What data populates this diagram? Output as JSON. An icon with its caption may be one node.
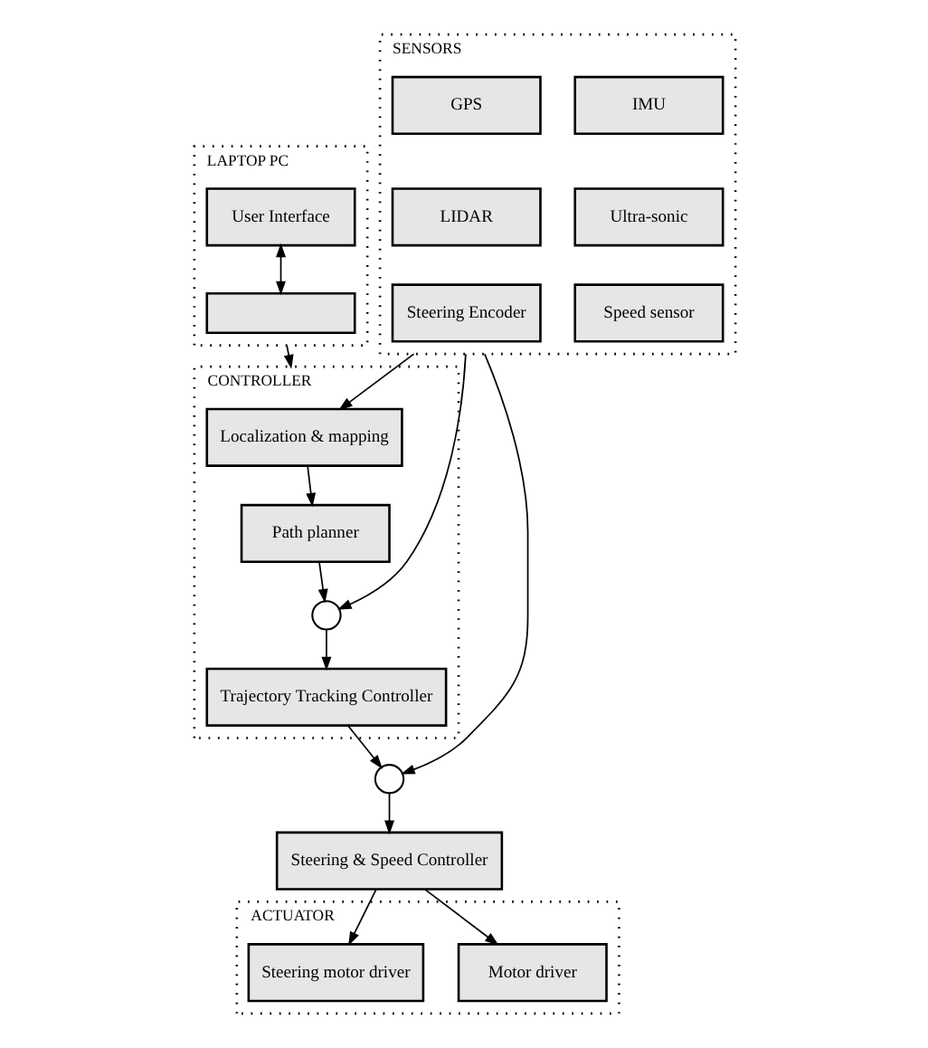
{
  "diagram": {
    "nodes": [
      {
        "text": [
          "LAPTOP PC"
        ]
      },
      {
        "text": [
          "User Interface"
        ],
        "in": 0
      },
      {
        "text": [],
        "shape": "box",
        "in": 0
      },
      {
        "text": [
          "SENSORS"
        ]
      },
      {
        "text": [
          "IMU"
        ],
        "in": 3
      },
      {
        "text": [
          "GPS"
        ],
        "in": 3
      },
      {
        "text": [
          "Ultra-sonic"
        ],
        "in": 3
      },
      {
        "text": [
          "LIDAR"
        ],
        "in": 3
      },
      {
        "text": [
          "Speed sensor"
        ],
        "in": 3
      },
      {
        "text": [
          "Steering Encoder"
        ],
        "in": 3
      },
      {
        "text": [
          "CONTROLLER"
        ]
      },
      {
        "text": [
          "Localization & mapping"
        ],
        "in": 10
      },
      {
        "text": [
          "Path planner"
        ],
        "in": 10
      },
      {
        "text": [],
        "shape": "circle",
        "in": 10
      },
      {
        "text": [
          "Trajectory Tracking Controller"
        ],
        "in": 10
      },
      {
        "text": [],
        "shape": "circle"
      },
      {
        "text": [
          "Steering & Speed Controller"
        ]
      },
      {
        "text": [
          "ACTUATOR"
        ]
      },
      {
        "text": [
          "Motor driver"
        ],
        "in": 17
      },
      {
        "text": [
          "Steering motor driver"
        ],
        "in": 17
      }
    ],
    "edges": [
      {
        "from": 1,
        "to": 2,
        "arrow": "both"
      },
      {
        "from": 0,
        "to": 10,
        "arrow": "to"
      },
      {
        "from": 3,
        "to": 11,
        "arrow": "to"
      },
      {
        "from": 3,
        "to": 13,
        "arrow": "to"
      },
      {
        "from": 3,
        "to": 15,
        "arrow": "to"
      },
      {
        "from": 11,
        "to": 12,
        "arrow": "to"
      },
      {
        "from": 12,
        "to": 13,
        "arrow": "to"
      },
      {
        "from": 13,
        "to": 14,
        "arrow": "to"
      },
      {
        "from": 14,
        "to": 15,
        "arrow": "to"
      },
      {
        "from": 15,
        "to": 16,
        "arrow": "to"
      },
      {
        "from": 16,
        "to": 18,
        "arrow": "to"
      },
      {
        "from": 16,
        "to": 19,
        "arrow": "to"
      }
    ]
  }
}
